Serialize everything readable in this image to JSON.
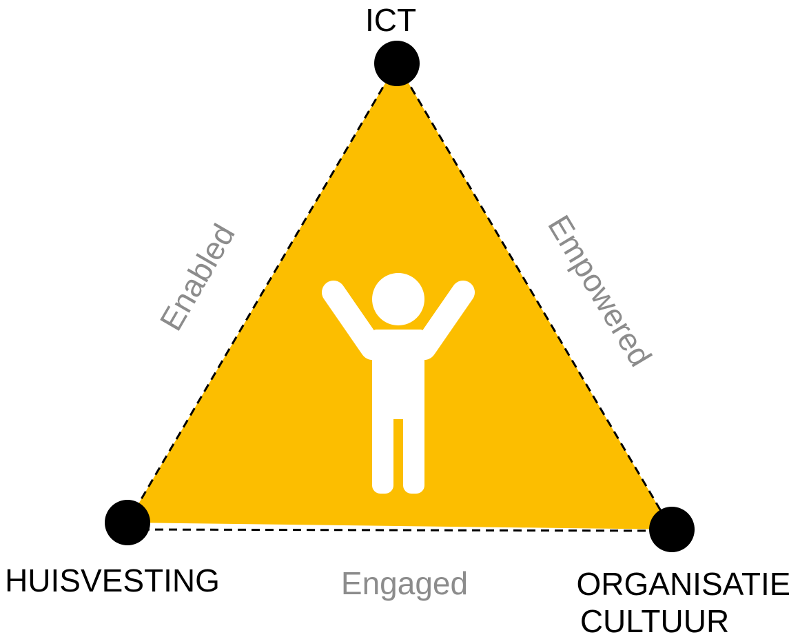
{
  "vertices": {
    "top": {
      "label": "ICT"
    },
    "bottom_left": {
      "label": "HUISVESTING"
    },
    "bottom_right": {
      "label_line1": "ORGANISATIE",
      "label_line2": "CULTUUR"
    }
  },
  "edges": {
    "left": {
      "label": "Enabled"
    },
    "right": {
      "label": "Empowered"
    },
    "bottom": {
      "label": "Engaged"
    }
  },
  "center": {
    "icon": "person-arms-raised-icon"
  },
  "colors": {
    "triangle_fill": "#FCBE00",
    "edge_dash": "#000000",
    "vertex_dot": "#000000",
    "edge_label": "#8c8c8c",
    "figure": "#ffffff"
  }
}
